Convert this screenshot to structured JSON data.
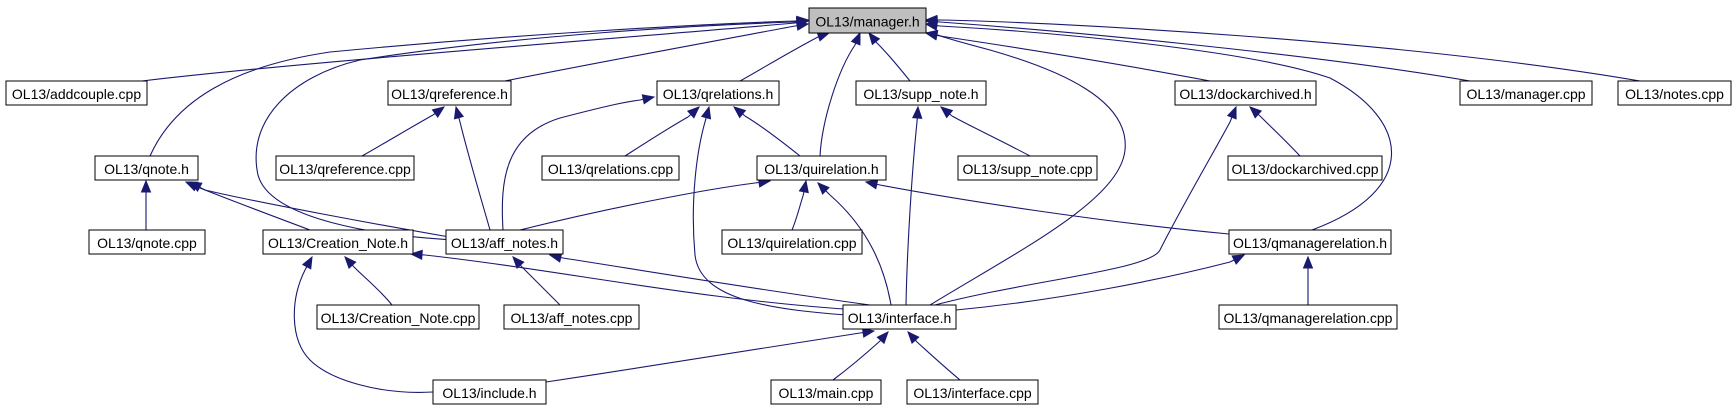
{
  "graph": {
    "nodes": {
      "manager_h": "OL13/manager.h",
      "addcouple_cpp": "OL13/addcouple.cpp",
      "qreference_h": "OL13/qreference.h",
      "qrelations_h": "OL13/qrelations.h",
      "supp_note_h": "OL13/supp_note.h",
      "dockarchived_h": "OL13/dockarchived.h",
      "manager_cpp": "OL13/manager.cpp",
      "notes_cpp": "OL13/notes.cpp",
      "qnote_h": "OL13/qnote.h",
      "qreference_cpp": "OL13/qreference.cpp",
      "qrelations_cpp": "OL13/qrelations.cpp",
      "quirelation_h": "OL13/quirelation.h",
      "supp_note_cpp": "OL13/supp_note.cpp",
      "dockarchived_cpp": "OL13/dockarchived.cpp",
      "qnote_cpp": "OL13/qnote.cpp",
      "creation_note_h": "OL13/Creation_Note.h",
      "aff_notes_h": "OL13/aff_notes.h",
      "quirelation_cpp": "OL13/quirelation.cpp",
      "qmanagerelation_h": "OL13/qmanagerelation.h",
      "creation_note_cpp": "OL13/Creation_Note.cpp",
      "aff_notes_cpp": "OL13/aff_notes.cpp",
      "interface_h": "OL13/interface.h",
      "qmanagerelation_cpp": "OL13/qmanagerelation.cpp",
      "include_h": "OL13/include.h",
      "main_cpp": "OL13/main.cpp",
      "interface_cpp": "OL13/interface.cpp"
    }
  }
}
